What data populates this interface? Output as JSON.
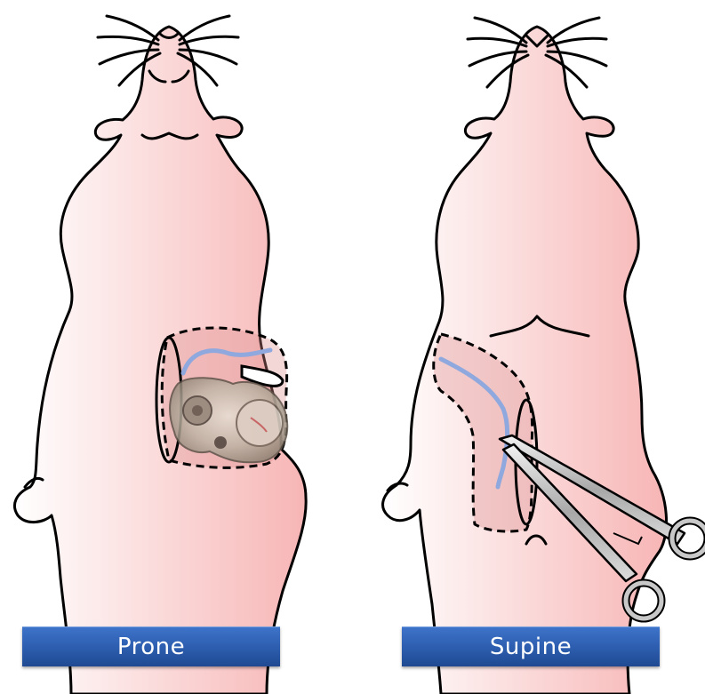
{
  "panels": [
    {
      "id": "prone",
      "label": "Prone"
    },
    {
      "id": "supine",
      "label": "Supine"
    }
  ],
  "colors": {
    "skin_light": "#fff4f4",
    "skin_dark": "#f7b9b9",
    "incision_fill": "#e6a5a5",
    "vessel": "#8fa8dd",
    "label_bar": "#2c5cad",
    "label_text": "#ffffff"
  },
  "icons": [
    "rat-prone",
    "rat-supine",
    "implant-device",
    "surgical-forceps"
  ]
}
